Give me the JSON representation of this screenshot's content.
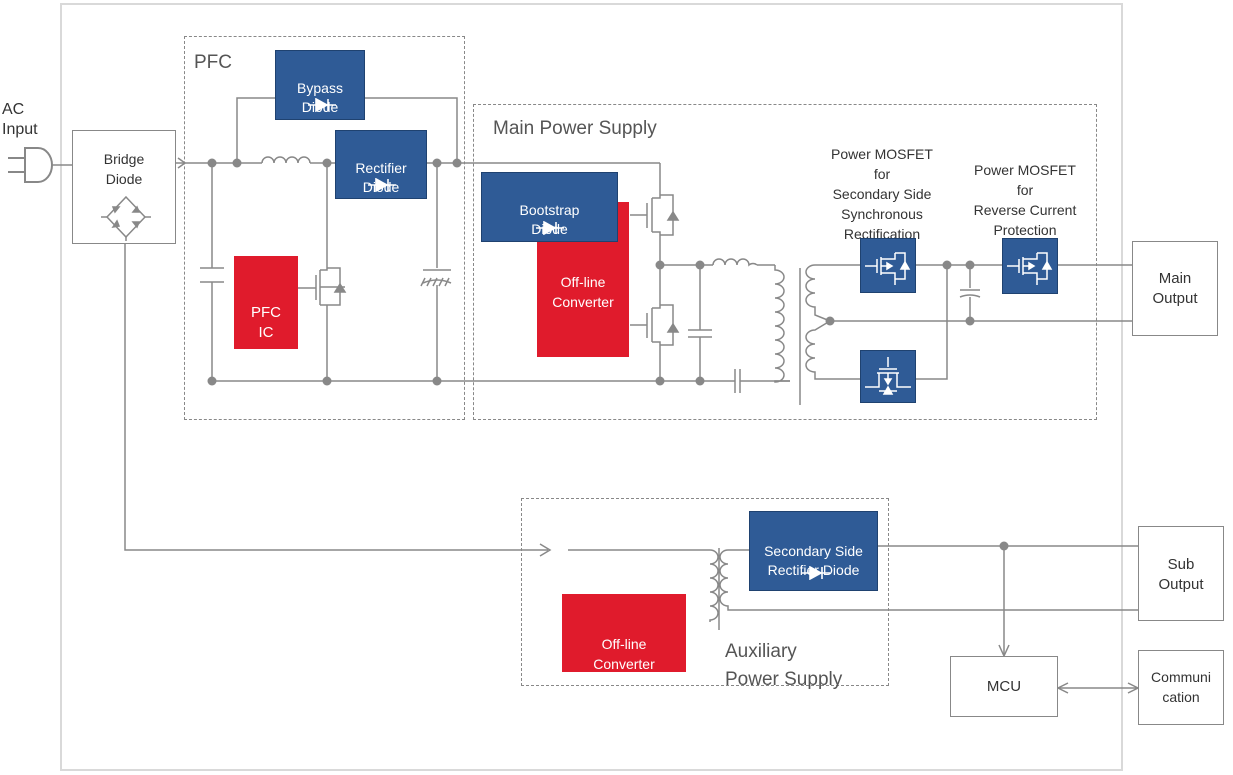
{
  "labels": {
    "ac_input": "AC\nInput",
    "bridge_diode": "Bridge\nDiode",
    "pfc": "PFC",
    "bypass_diode": "Bypass\nDiode",
    "rectifier_diode": "Rectifier\nDiode",
    "pfc_ic": "PFC\nIC",
    "main_power_supply": "Main Power Supply",
    "bootstrap_diode": "Bootstrap\nDiode",
    "offline_converter_main": "Off-line\nConverter",
    "mosfet_secondary": "Power MOSFET\nfor\nSecondary Side\nSynchronous\nRectification",
    "mosfet_reverse": "Power MOSFET\nfor\nReverse Current\nProtection",
    "main_output": "Main\nOutput",
    "secondary_rectifier": "Secondary Side\nRectifier Diode",
    "offline_converter_aux": "Off-line\nConverter",
    "auxiliary_power_supply": "Auxiliary\nPower Supply",
    "sub_output": "Sub\nOutput",
    "mcu": "MCU",
    "communication": "Communi\ncation"
  },
  "colors": {
    "blue_block": "#2f5b96",
    "red_block": "#e01b2c",
    "wire": "#888888",
    "dashed_frame": "#888888"
  }
}
